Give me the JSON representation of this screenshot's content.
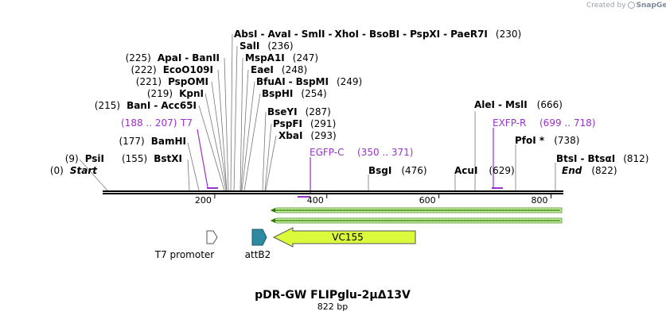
{
  "watermark": {
    "prefix": "Created by",
    "brand": "SnapGene",
    "icon": "snapgene-logo-icon"
  },
  "map": {
    "title": "pDR-GW FLIPglu-2μΔ13V",
    "length_label": "822 bp",
    "length_bp": 822,
    "ticks": [
      "200",
      "400",
      "600",
      "800"
    ],
    "colors": {
      "primer": "#9a32cd",
      "vc155": "#dcfa3c",
      "attb2": "#2e8aa0",
      "t7promoter": "#ffffff",
      "orf": "#ccf0a0"
    }
  },
  "rows": [
    {
      "items": [
        {
          "name": "AbsI"
        },
        {
          "name": "AvaI"
        },
        {
          "name": "SmlI"
        },
        {
          "name": "XhoI"
        },
        {
          "name": "BsoBI"
        },
        {
          "name": "PspXI"
        },
        {
          "name": "PaeR7I"
        }
      ],
      "pos": "(230)"
    },
    {
      "items": [
        {
          "name": "SalI"
        }
      ],
      "pos": "(236)"
    },
    {
      "items": [
        {
          "name": "MspA1I"
        }
      ],
      "pos": "(247)"
    },
    {
      "items": [
        {
          "name": "EaeI"
        }
      ],
      "pos": "(248)"
    },
    {
      "items": [
        {
          "name": "BfuAI"
        },
        {
          "name": "BspMI"
        }
      ],
      "pos": "(249)"
    },
    {
      "items": [
        {
          "name": "BspHI"
        }
      ],
      "pos": "(254)"
    },
    {
      "items": [
        {
          "name": "BseYI"
        }
      ],
      "pos": "(287)"
    },
    {
      "items": [
        {
          "name": "PspFI"
        }
      ],
      "pos": "(291)"
    },
    {
      "items": [
        {
          "name": "XbaI"
        }
      ],
      "pos": "(293)"
    },
    {
      "items": [
        {
          "name": "ApaI"
        },
        {
          "name": "BanII"
        }
      ],
      "pos": "(225)"
    },
    {
      "items": [
        {
          "name": "EcoO109I"
        }
      ],
      "pos": "(222)"
    },
    {
      "items": [
        {
          "name": "PspOMI"
        }
      ],
      "pos": "(221)"
    },
    {
      "items": [
        {
          "name": "KpnI"
        }
      ],
      "pos": "(219)"
    },
    {
      "items": [
        {
          "name": "BanI"
        },
        {
          "name": "Acc65I"
        }
      ],
      "pos": "(215)"
    },
    {
      "items": [
        {
          "name": "BamHI"
        }
      ],
      "pos": "(177)"
    },
    {
      "items": [
        {
          "name": "BstXI"
        }
      ],
      "pos": "(155)"
    },
    {
      "items": [
        {
          "name": "PsiI"
        }
      ],
      "pos": "(9)"
    },
    {
      "items": [
        {
          "name": "Start"
        }
      ],
      "pos": "(0)"
    },
    {
      "items": [
        {
          "name": "BsgI"
        }
      ],
      "pos": "(476)"
    },
    {
      "items": [
        {
          "name": "AcuI"
        }
      ],
      "pos": "(629)"
    },
    {
      "items": [
        {
          "name": "AleI"
        },
        {
          "name": "MslI"
        }
      ],
      "pos": "(666)"
    },
    {
      "items": [
        {
          "name": "PfoI *"
        }
      ],
      "pos": "(738)"
    },
    {
      "items": [
        {
          "name": "BtsI"
        },
        {
          "name": "BtsαI"
        }
      ],
      "pos": "(812)"
    },
    {
      "items": [
        {
          "name": "End"
        }
      ],
      "pos": "(822)"
    }
  ],
  "primers": [
    {
      "name": "T7",
      "range": "(188 .. 207)",
      "start": 188,
      "end": 207
    },
    {
      "name": "EGFP-C",
      "range": "(350 .. 371)",
      "start": 350,
      "end": 371
    },
    {
      "name": "EXFP-R",
      "range": "(699 .. 718)",
      "start": 699,
      "end": 718
    }
  ],
  "features": [
    {
      "name": "T7 promoter"
    },
    {
      "name": "attB2"
    },
    {
      "name": "VC155"
    }
  ]
}
